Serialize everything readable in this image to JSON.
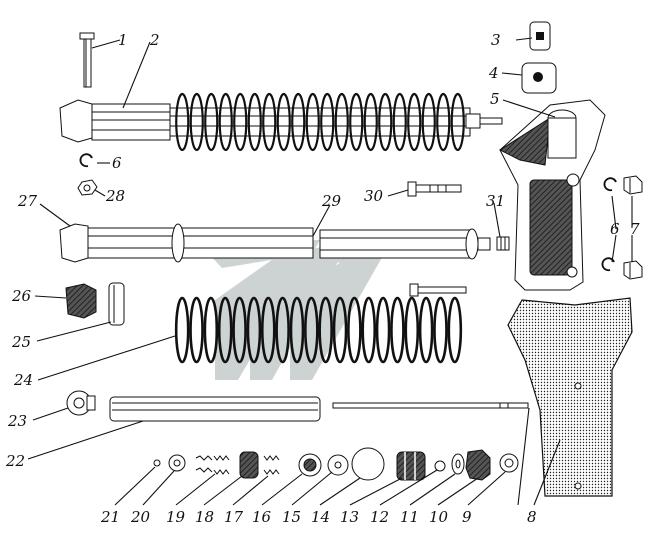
{
  "labels": {
    "1": "1",
    "2": "2",
    "3": "3",
    "4": "4",
    "5": "5",
    "6a": "6",
    "6b": "6",
    "7": "7",
    "8": "8",
    "9": "9",
    "10": "10",
    "11": "11",
    "12": "12",
    "13": "13",
    "14": "14",
    "15": "15",
    "16": "16",
    "17": "17",
    "18": "18",
    "19": "19",
    "20": "20",
    "21": "21",
    "22": "22",
    "23": "23",
    "24": "24",
    "25": "25",
    "26": "26",
    "27": "27",
    "28": "28",
    "29": "29",
    "30": "30",
    "31": "31"
  },
  "colors": {
    "ink": "#111111",
    "watermark": "#c5cbcb",
    "paper": "#ffffff",
    "hatch": "#333333"
  }
}
